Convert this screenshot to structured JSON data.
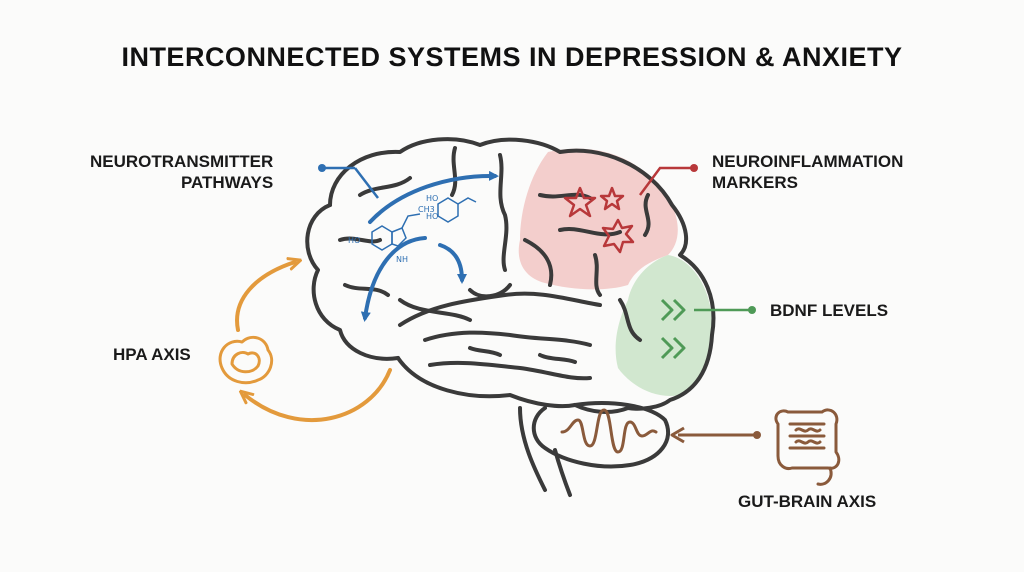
{
  "title": "INTERCONNECTED SYSTEMS IN DEPRESSION & ANXIETY",
  "labels": {
    "neurotransmitter_line1": "NEUROTRANSMITTER",
    "neurotransmitter_line2": "PATHWAYS",
    "neuroinflammation_line1": "NEUROINFLAMMATION",
    "neuroinflammation_line2": "MARKERS",
    "bdnf": "BDNF LEVELS",
    "hpa": "HPA AXIS",
    "gut_brain": "GUT-BRAIN AXIS"
  },
  "molecule_labels": {
    "ho_1": "HO",
    "ho_2": "HO",
    "ho_3": "HO",
    "nh": "NH",
    "ch3": "CH3"
  },
  "colors": {
    "neurotransmitter": "#2e6fb2",
    "neuroinflammation": "#b8383a",
    "neuroinflammation_fill": "#f2c9c7",
    "bdnf": "#4f9a57",
    "bdnf_fill": "#cfe6cc",
    "hpa": "#e39a3c",
    "gut": "#8a5a3b",
    "brain_outline": "#3a3a3a"
  }
}
